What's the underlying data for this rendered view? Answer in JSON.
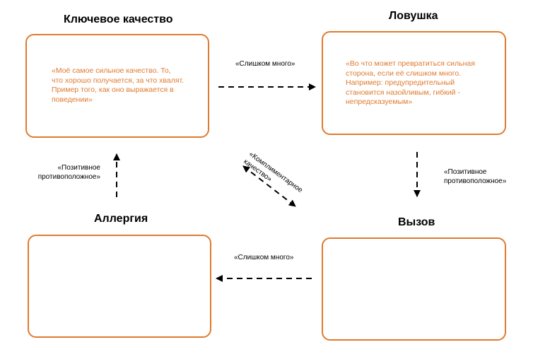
{
  "nodes": {
    "core_quality": {
      "title": "Ключевое качество",
      "text_lines": [
        "«Моё самое сильное  качество. То,",
        "что хорошо получается, за что хвалят.",
        "Пример  того, как оно выражается в",
        "поведении»"
      ]
    },
    "trap": {
      "title": "Ловушка",
      "text_lines": [
        "«Во что может превратиться сильная",
        "сторона, если её слишком много.",
        "Например: предупредительный",
        "становится назойливым, гибкий -",
        "непредсказуемым»"
      ]
    },
    "challenge": {
      "title": "Вызов"
    },
    "allergy": {
      "title": "Аллергия"
    }
  },
  "edges": {
    "top_too_much": "«Слишком много»",
    "bottom_too_much": "«Слишком много»",
    "right_positive_opposite": [
      "«Позитивное",
      "противоположное»"
    ],
    "left_positive_opposite": [
      "«Позитивное",
      "противоположное»"
    ],
    "diagonal_complementary": [
      "«Комплиментарное",
      "качество»"
    ]
  },
  "colors": {
    "accent": "#E07A2E",
    "text": "#000000"
  }
}
